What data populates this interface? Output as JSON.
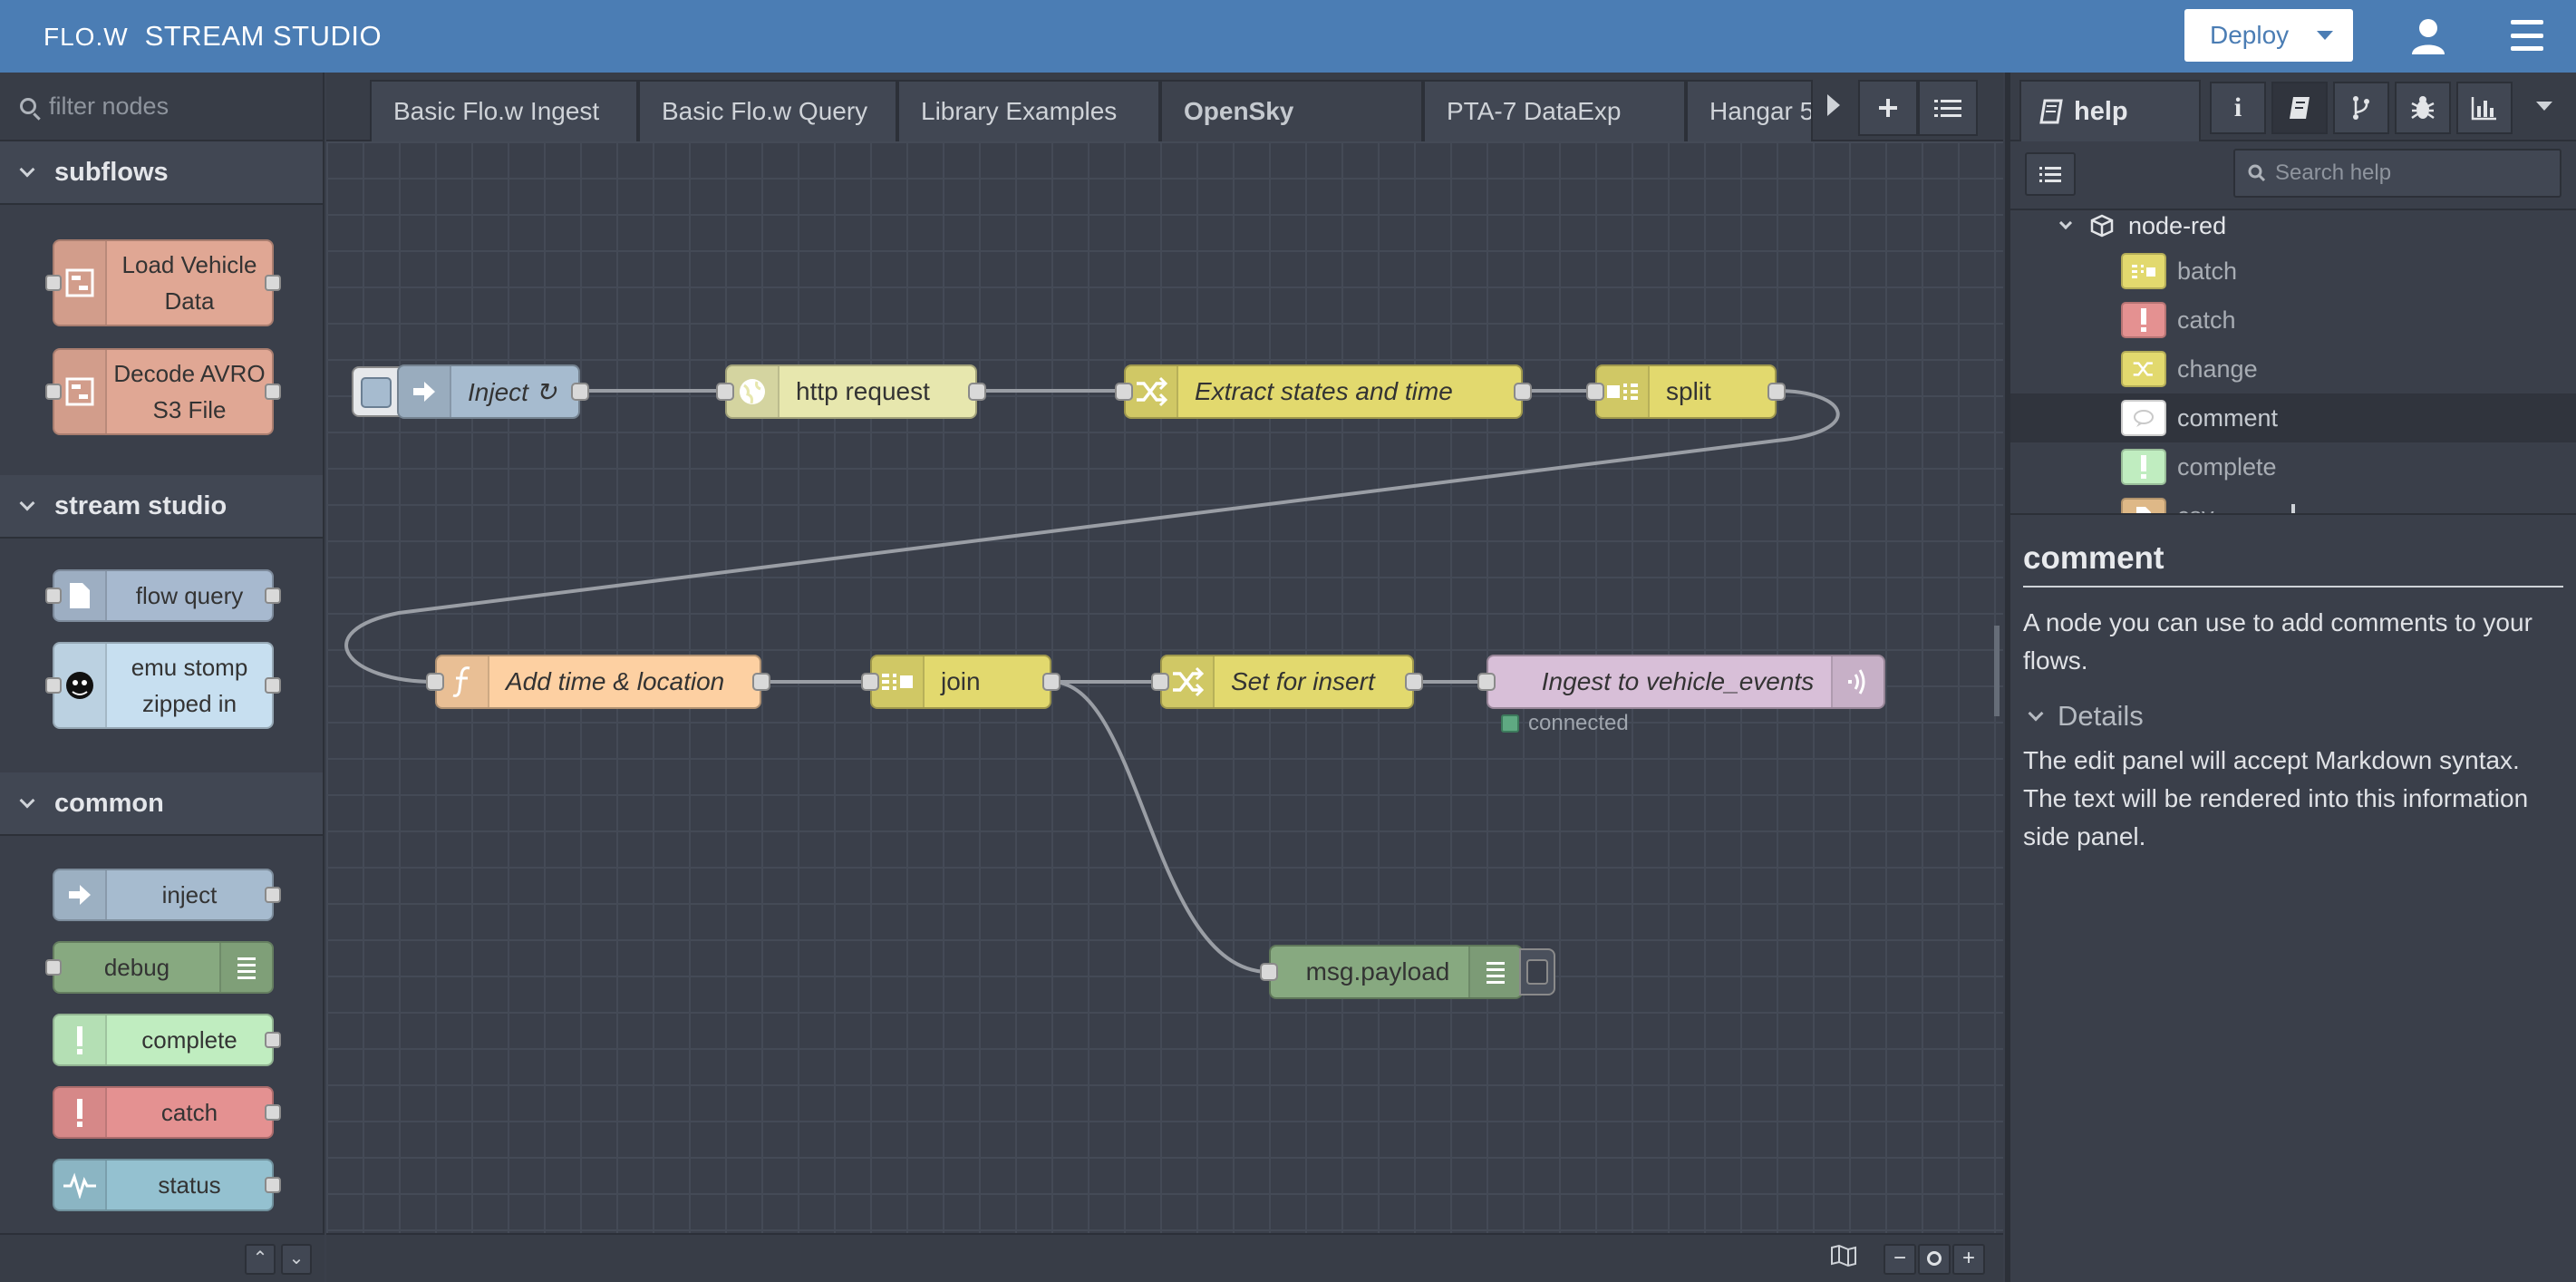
{
  "header": {
    "logo": "FLO.W",
    "app_name": "STREAM STUDIO",
    "deploy_label": "Deploy",
    "colors": {
      "header_bg": "#4b7db4"
    }
  },
  "palette": {
    "filter_placeholder": "filter nodes",
    "categories": [
      {
        "label": "subflows",
        "nodes": [
          {
            "label": "Load Vehicle Data",
            "icon": "subflow-icon",
            "color": "#e0a794"
          },
          {
            "label": "Decode AVRO S3 File",
            "icon": "subflow-icon",
            "color": "#e0a794"
          }
        ]
      },
      {
        "label": "stream studio",
        "nodes": [
          {
            "label": "flow query",
            "icon": "file-icon",
            "color": "#a7b9cf"
          },
          {
            "label": "emu stomp zipped in",
            "icon": "mascot-icon",
            "color": "#c7dff0"
          }
        ]
      },
      {
        "label": "common",
        "nodes": [
          {
            "label": "inject",
            "icon": "inject-arrow-icon",
            "color": "#a6bbcf"
          },
          {
            "label": "debug",
            "icon": "list-icon",
            "color": "#87a980"
          },
          {
            "label": "complete",
            "icon": "exclamation-icon",
            "color": "#c0edc0"
          },
          {
            "label": "catch",
            "icon": "exclamation-icon",
            "color": "#e49191"
          },
          {
            "label": "status",
            "icon": "pulse-icon",
            "color": "#94c1d0"
          }
        ]
      }
    ]
  },
  "tabs": [
    "Basic Flo.w Ingest",
    "Basic Flo.w Query",
    "Library Examples",
    "OpenSky",
    "PTA-7 DataExp",
    "Hangar 5"
  ],
  "active_tab": "OpenSky",
  "flow": {
    "nodes": [
      {
        "id": "inject",
        "label": "Inject",
        "suffix": "↻",
        "color": "#a6bbcf",
        "icon": "inject-arrow-icon"
      },
      {
        "id": "http",
        "label": "http request",
        "color": "#e7e7ae",
        "icon": "globe-icon"
      },
      {
        "id": "extract",
        "label": "Extract states and time",
        "color": "#e2d96e",
        "icon": "shuffle-icon"
      },
      {
        "id": "split",
        "label": "split",
        "color": "#e2d96e",
        "icon": "split-icon"
      },
      {
        "id": "addtime",
        "label": "Add time & location",
        "color": "#fdd0a2",
        "icon": "function-icon"
      },
      {
        "id": "join",
        "label": "join",
        "color": "#e2d96e",
        "icon": "join-icon"
      },
      {
        "id": "setins",
        "label": "Set for insert",
        "color": "#e2d96e",
        "icon": "shuffle-icon"
      },
      {
        "id": "ingest",
        "label": "Ingest to vehicle_events",
        "color": "#d8bfd8",
        "icon": "broadcast-icon"
      },
      {
        "id": "debug",
        "label": "msg.payload",
        "color": "#87a980",
        "icon": "list-icon"
      }
    ],
    "ingest_status": "connected"
  },
  "sidebar": {
    "tab_label": "help",
    "search_placeholder": "Search help",
    "tree_root": "node-red",
    "tree_items": [
      {
        "label": "batch",
        "color": "#e2d96e",
        "icon": "batch-icon"
      },
      {
        "label": "catch",
        "color": "#e49191",
        "icon": "exclamation-icon"
      },
      {
        "label": "change",
        "color": "#e2d96e",
        "icon": "shuffle-icon"
      },
      {
        "label": "comment",
        "color": "#ffffff",
        "icon": "comment-icon"
      },
      {
        "label": "complete",
        "color": "#c0edc0",
        "icon": "exclamation-icon"
      },
      {
        "label": "csv",
        "color": "#deb887",
        "icon": "file-icon"
      }
    ],
    "selected": "comment",
    "help_title": "comment",
    "help_desc": "A node you can use to add comments to your flows.",
    "details_label": "Details",
    "details_text": "The edit panel will accept Markdown syntax. The text will be rendered into this information side panel."
  }
}
